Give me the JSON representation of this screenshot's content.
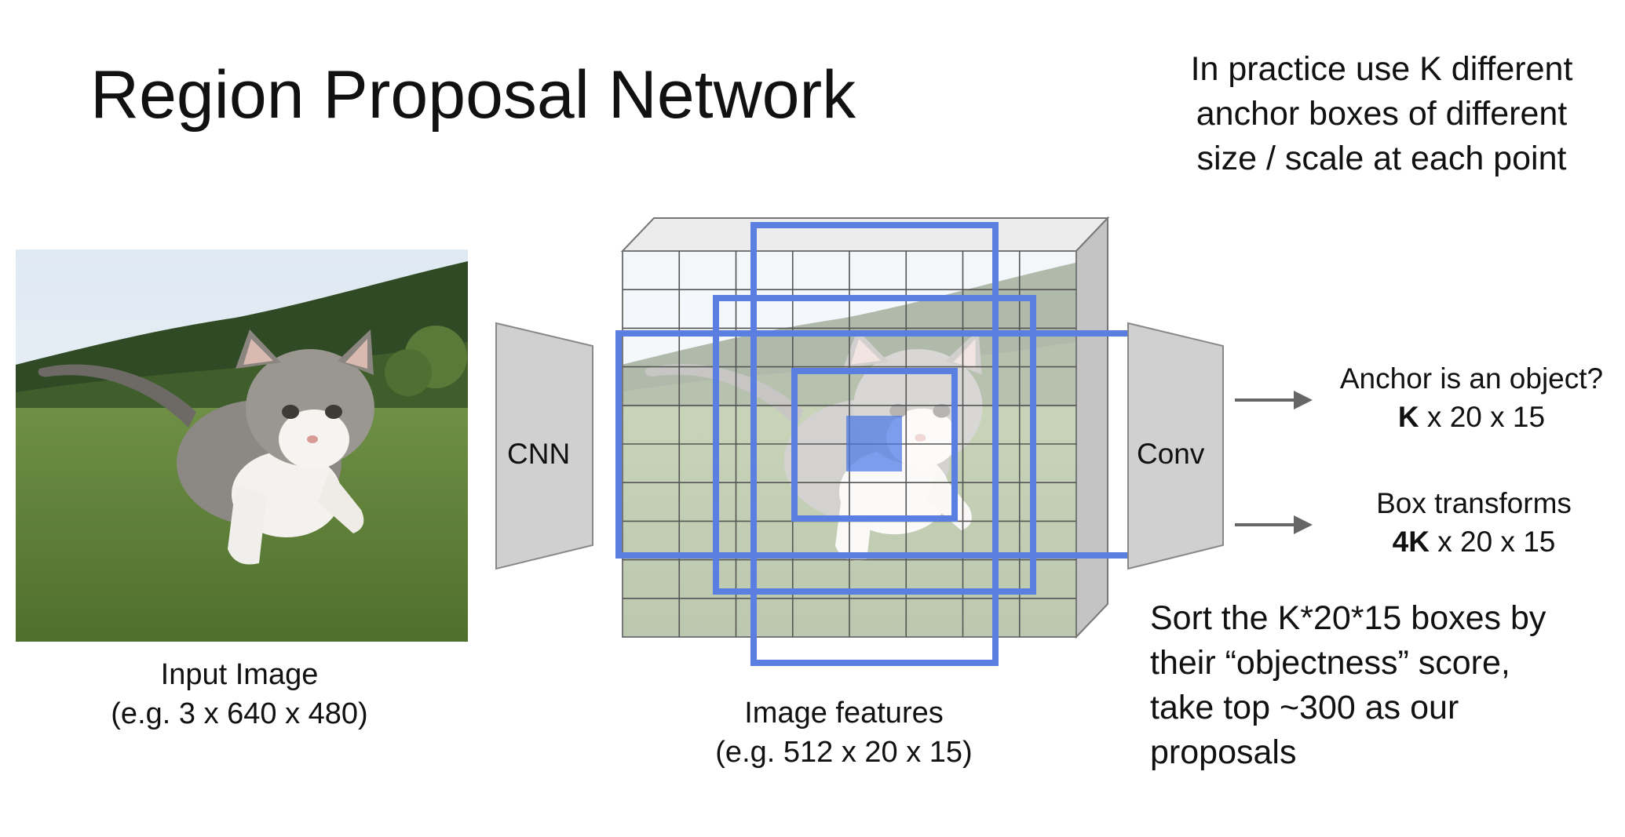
{
  "title": "Region Proposal Network",
  "note_lines": [
    "In practice use K different",
    "anchor boxes of different",
    "size / scale at each point"
  ],
  "input_caption": {
    "line1": "Input Image",
    "line2": "(e.g. 3 x 640 x 480)"
  },
  "cnn_label": "CNN",
  "features_caption": {
    "line1": "Image features",
    "line2": "(e.g. 512 x 20 x 15)"
  },
  "conv_label": "Conv",
  "outputs": {
    "objectness": {
      "line1": "Anchor is an object?",
      "bold": "K",
      "rest": " x 20 x 15"
    },
    "box_transforms": {
      "line1": "Box transforms",
      "bold": "4K",
      "rest": " x 20 x 15"
    }
  },
  "sort_lines": [
    "Sort the K*20*15 boxes by",
    "their “objectness” score,",
    "take top ~300 as our",
    "proposals"
  ],
  "colors": {
    "anchor_box": "#5b7fe0",
    "highlight_cell": "#4c78e6",
    "trapezoid_fill": "#d0d0d0",
    "block_side": "#bfbfbf",
    "arrow": "#666666"
  },
  "icons": {
    "input_image": "kitten-photo",
    "arrows": "arrow-right-icon"
  }
}
